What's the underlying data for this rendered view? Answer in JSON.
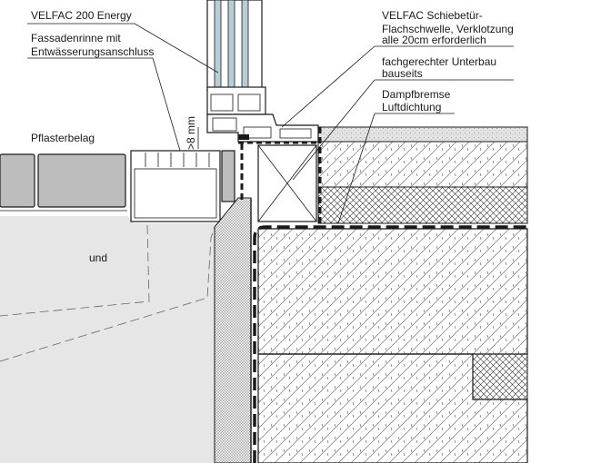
{
  "labels": {
    "window": "VELFAC 200 Energy",
    "gutter_line1": "Fassadenrinne mit",
    "gutter_line2": "Entwässerungsanschluss",
    "paving": "Pflasterbelag",
    "gap": ">8 mm",
    "ground": "und",
    "threshold_line1": "VELFAC Schiebetür-",
    "threshold_line2": "Flachschwelle, Verklotzung",
    "threshold_line3": "alle 20cm erforderlich",
    "substructure_line1": "fachgerechter Unterbau",
    "substructure_line2": "bauseits",
    "vapour_line1": "Dampfbremse",
    "vapour_line2": "Luftdichtung"
  },
  "colors": {
    "line": "#1a1a1a",
    "soil": "#e6e6e6",
    "paving_stone": "#bdbdbd",
    "screed": "#e3e3e3",
    "glass": "#b9cdd6"
  }
}
